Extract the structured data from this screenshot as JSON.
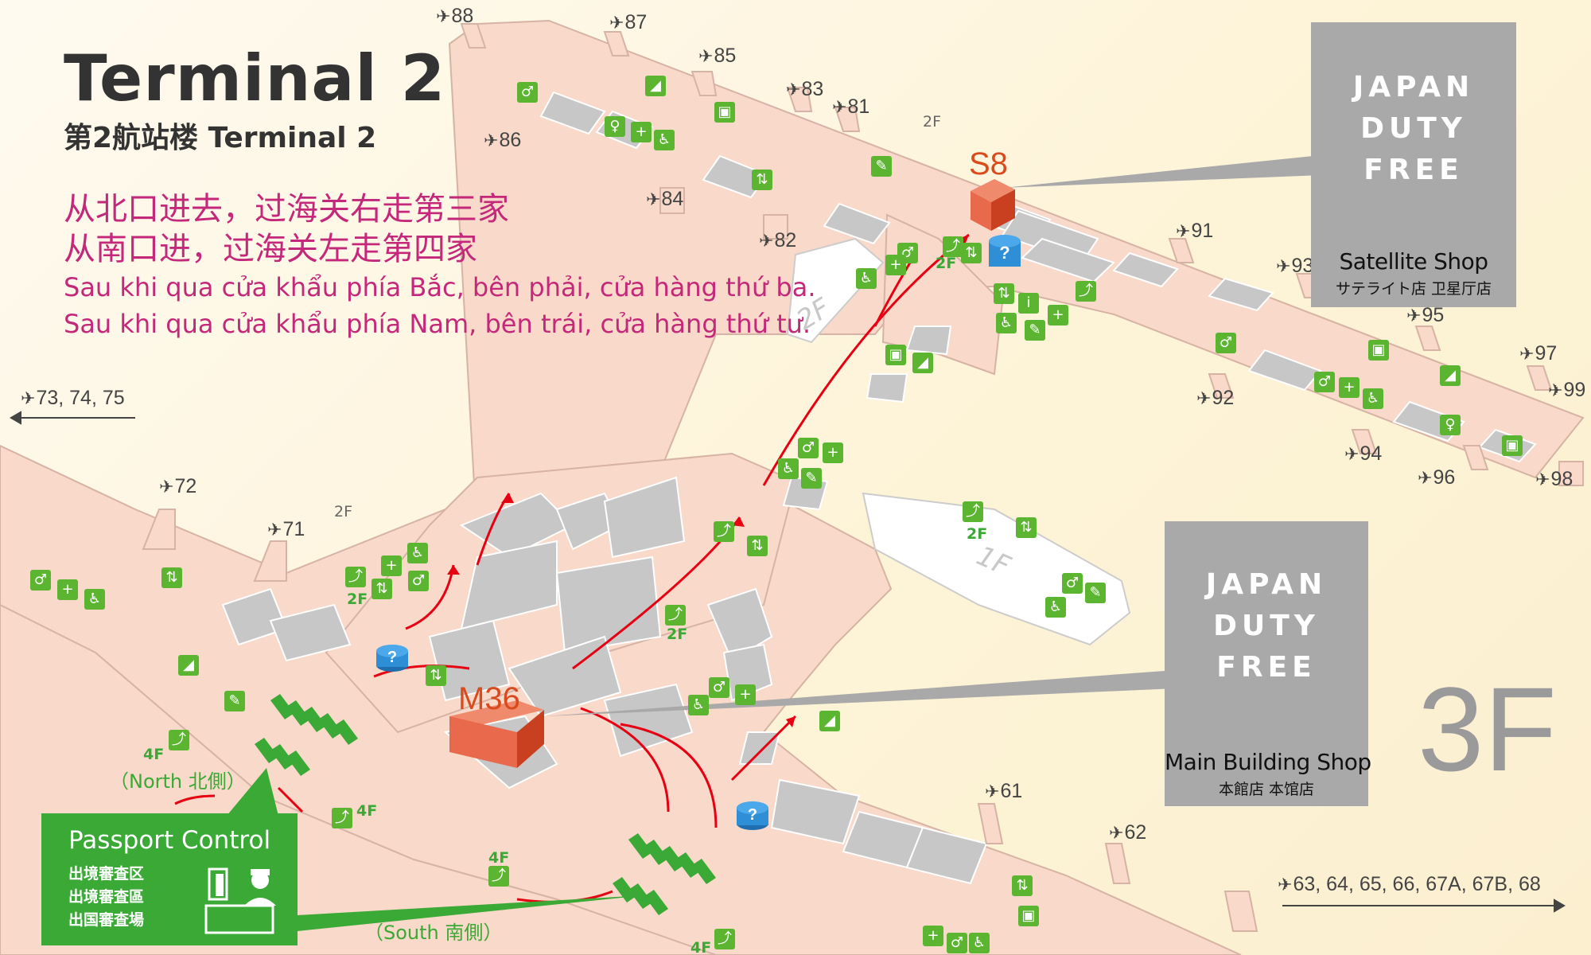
{
  "title": {
    "main": "Terminal 2",
    "sub": "第2航站楼  Terminal 2"
  },
  "notes": {
    "zh_north": "从北口进去，过海关右走第三家",
    "zh_south": "从南口进，过海关左走第四家",
    "vi_north": "Sau khi qua cửa khẩu phía Bắc, bên phải, cửa hàng thứ ba.",
    "vi_south": "Sau khi qua cửa khẩu phía Nam, bên trái, cửa hàng thứ tư."
  },
  "floor": "3F",
  "shops": {
    "satellite": {
      "code": "S8",
      "brand_lines": [
        "JAPAN",
        "DUTY",
        "FREE"
      ],
      "name_en": "Satellite Shop",
      "name_ja": "サテライト店 卫星厅店"
    },
    "main": {
      "code": "M36",
      "brand_lines": [
        "JAPAN",
        "DUTY",
        "FREE"
      ],
      "name_en": "Main Building Shop",
      "name_ja": "本館店 本馆店"
    }
  },
  "passport_control": {
    "title": "Passport Control",
    "lines": [
      "出境審査区",
      "出境審査區",
      "出国審査場"
    ]
  },
  "directions": {
    "north": "（North 北側）",
    "south": "（South 南側）"
  },
  "gates": {
    "g88": "88",
    "g87": "87",
    "g85": "85",
    "g83": "83",
    "g81": "81",
    "g86": "86",
    "g84": "84",
    "g82": "82",
    "g91": "91",
    "g93": "93",
    "g95": "95",
    "g97": "97",
    "g99": "99",
    "g92": "92",
    "g94": "94",
    "g96": "96",
    "g98": "98",
    "g73": "73, 74, 75",
    "g72": "72",
    "g71": "71",
    "g61": "61",
    "g62": "62",
    "g63": "63, 64, 65, 66, 67A, 67B, 68"
  },
  "floor_markers": {
    "f2_sat": "2F",
    "f2_esc": "2F",
    "f2_left": "2F",
    "f2_left_esc": "2F",
    "f2_mid_esc": "2F",
    "f2_1f_esc": "2F",
    "f4_north": "4F",
    "f4_mid": "4F",
    "f4_south": "4F",
    "f4_bottom": "4F"
  },
  "slabs": {
    "upper": "2F",
    "lower": "1F"
  },
  "colors": {
    "concourse": "#f9d9c9",
    "shop_block": "#c7c7c7",
    "facility_icon": "#5cb531",
    "shop_highlight": "#e8694c",
    "route_arrow": "#e60012",
    "info_point": "#2f8fd6",
    "title_pink": "#c4287a",
    "callout_gray": "#a9a9a9",
    "passport_green": "#3aa935"
  },
  "icons": [
    "plane-icon",
    "toilet-icon",
    "elevator-icon",
    "escalator-icon",
    "wheelchair-icon",
    "nursery-icon",
    "smoking-icon",
    "lounge-icon",
    "wifi-icon",
    "information-icon"
  ]
}
